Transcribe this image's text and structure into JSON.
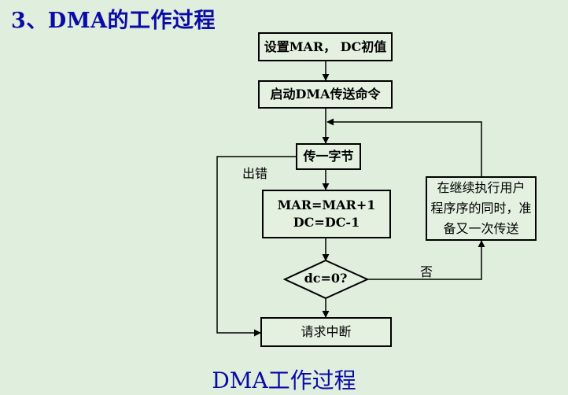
{
  "title": "3、DMA的工作过程",
  "caption": "DMA工作过程",
  "nodes": {
    "set_init": "设置MAR， DC初值",
    "start_cmd": "启动DMA传送命令",
    "transfer_byte": "传一字节",
    "increment": [
      "MAR=MAR+1",
      "DC=DC-1"
    ],
    "decision": "dc=0?",
    "interrupt": "请求中断",
    "parallel": [
      "在继续执行用户",
      "程序序的同时，准",
      "备又一次传送"
    ]
  },
  "edge_labels": {
    "error": "出错",
    "no": "否"
  },
  "colors": {
    "background": "#dfeedd",
    "title": "#0a0aa6",
    "line": "#000000"
  }
}
